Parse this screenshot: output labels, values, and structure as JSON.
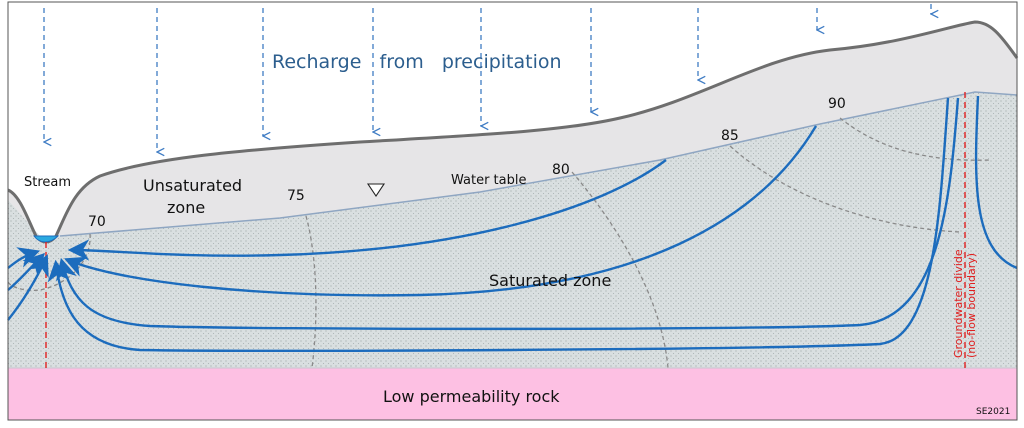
{
  "labels": {
    "recharge": "Recharge   from   precipitation",
    "stream": "Stream",
    "unsaturated_line1": "Unsaturated",
    "unsaturated_line2": "zone",
    "water_table": "Water table",
    "saturated": "Saturated zone",
    "low_permeability": "Low permeability rock",
    "divide_line1": "Groundwater divide",
    "divide_line2": "(no-flow boundary)",
    "credit": "SE2021"
  },
  "contours": [
    "70",
    "75",
    "80",
    "85",
    "90"
  ],
  "colors": {
    "ground_surface": "#6e6e6e",
    "unsaturated_fill": "#e6e5e7",
    "saturated_fill": "#d9dfe0",
    "water_table": "#8fa6c2",
    "flow_lines": "#1c6cbd",
    "recharge_arrows": "#3f7cc4",
    "recharge_text": "#2c5e8e",
    "equipotentials": "#8a8a8a",
    "divide_line": "#e02020",
    "low_permeability_fill": "#fdc0e3",
    "stream_water": "#2aa9e0",
    "border": "#555555"
  }
}
